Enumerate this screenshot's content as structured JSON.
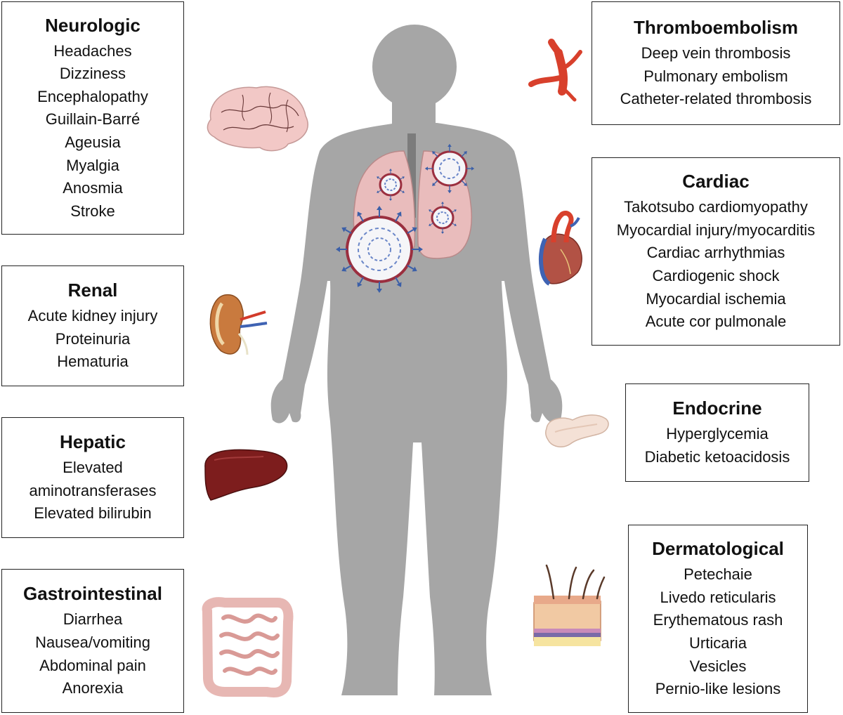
{
  "systems": {
    "neurologic": {
      "title": "Neurologic",
      "items": [
        "Headaches",
        "Dizziness",
        "Encephalopathy",
        "Guillain-Barré",
        "Ageusia",
        "Myalgia",
        "Anosmia",
        "Stroke"
      ]
    },
    "renal": {
      "title": "Renal",
      "items": [
        "Acute kidney injury",
        "Proteinuria",
        "Hematuria"
      ]
    },
    "hepatic": {
      "title": "Hepatic",
      "items": [
        "Elevated",
        "aminotransferases",
        "Elevated bilirubin"
      ]
    },
    "gastrointestinal": {
      "title": "Gastrointestinal",
      "items": [
        "Diarrhea",
        "Nausea/vomiting",
        "Abdominal pain",
        "Anorexia"
      ]
    },
    "thromboembolism": {
      "title": "Thromboembolism",
      "items": [
        "Deep vein thrombosis",
        "Pulmonary embolism",
        "Catheter-related thrombosis"
      ]
    },
    "cardiac": {
      "title": "Cardiac",
      "items": [
        "Takotsubo cardiomyopathy",
        "Myocardial injury/myocarditis",
        "Cardiac arrhythmias",
        "Cardiogenic shock",
        "Myocardial ischemia",
        "Acute cor pulmonale"
      ]
    },
    "endocrine": {
      "title": "Endocrine",
      "items": [
        "Hyperglycemia",
        "Diabetic ketoacidosis"
      ]
    },
    "dermatological": {
      "title": "Dermatological",
      "items": [
        "Petechaie",
        "Livedo reticularis",
        "Erythematous rash",
        "Urticaria",
        "Vesicles",
        "Pernio-like lesions"
      ]
    }
  },
  "icons": {
    "brain": "brain-icon",
    "kidney": "kidney-icon",
    "liver": "liver-icon",
    "intestine": "intestine-icon",
    "vein": "vein-icon",
    "heart": "heart-icon",
    "pancreas": "pancreas-icon",
    "skin": "skin-icon",
    "body": "human-body-silhouette",
    "lungs": "lungs-icon",
    "virus": "coronavirus-icon"
  },
  "colors": {
    "box_border": "#222222",
    "body": "#a6a6a6",
    "lung": "#e9bcbc",
    "brain": "#f2c8c6",
    "liver": "#7d1d1d",
    "vein": "#d8402c",
    "virus_spike": "#3b5fa8",
    "virus_ring": "#9b2f3f"
  }
}
